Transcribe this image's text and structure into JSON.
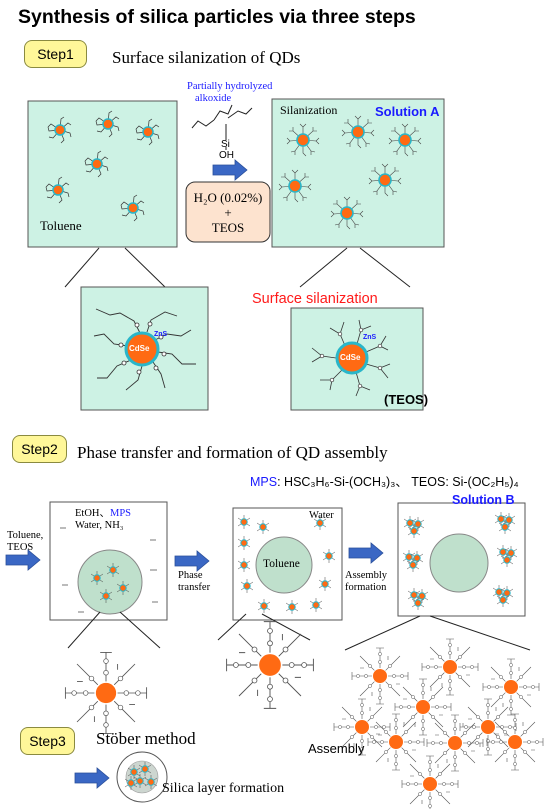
{
  "title": "Synthesis of silica particles via three steps",
  "step1": {
    "label": "Step1",
    "heading": "Surface silanization of QDs",
    "reagent_note": "Partially hydrolyzed alkoxide",
    "reagent_note_line1": "Partially hydrolyzed",
    "reagent_note_line2": "alkoxide",
    "si_label": "Si",
    "oh_label": "OH",
    "condition_line1": "H₂O (0.02%)",
    "condition_line2": "+",
    "condition_line3": "TEOS",
    "toluene_label": "Toluene",
    "silanization_label": "Silanization",
    "solution_a": "Solution A",
    "surface_silanization": "Surface silanization",
    "cdse": "CdSe",
    "zns": "ZnS",
    "teos_note": "(TEOS)"
  },
  "step2": {
    "label": "Step2",
    "heading": "Phase transfer and formation of QD assembly",
    "mps_key": "MPS",
    "mps_formula": ": HSC₃H₆-Si-(OCH₃)₃、 TEOS: Si-(OC₂H₅)₄",
    "etoh": "EtOH、",
    "mps_word": "MPS",
    "water_nh3": "Water, NH₃",
    "toluene_teos_line1": "Toluene,",
    "toluene_teos_line2": "TEOS",
    "phase_transfer_line1": "Phase",
    "phase_transfer_line2": "transfer",
    "water": "Water",
    "toluene": "Toluene",
    "assembly_formation_line1": "Assembly",
    "assembly_formation_line2": "formation",
    "solution_b": "Solution B",
    "assembly": "Assembly"
  },
  "step3": {
    "label": "Step3",
    "heading": "Stöber method",
    "silica_layer": "Silica layer formation"
  },
  "colors": {
    "panel_fill": "#cdf2e4",
    "qd_core": "#ff6a13",
    "qd_shell": "#29b6c9",
    "arrow": "#3a67c4",
    "step_box": "#fff799",
    "condition_box": "#fde3cf",
    "droplet": "#bfe0cc"
  }
}
